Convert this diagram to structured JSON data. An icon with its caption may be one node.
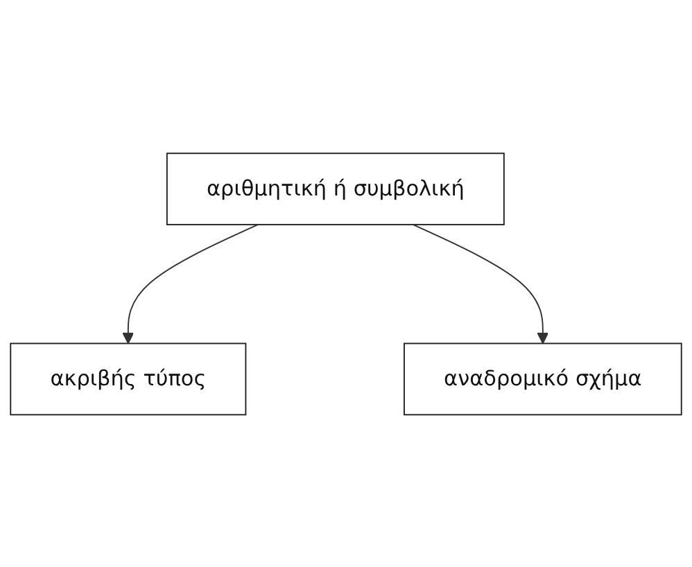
{
  "diagram": {
    "nodes": [
      {
        "text": [
          "αριθμητική ή συμβολική"
        ]
      },
      {
        "text": [
          "ακριβής τύπος"
        ]
      },
      {
        "text": [
          "αναδρομικό σχήμα"
        ]
      }
    ],
    "edges": [
      {
        "from": 0,
        "to": 1,
        "arrow": "to"
      },
      {
        "from": 0,
        "to": 2,
        "arrow": "to"
      }
    ]
  }
}
